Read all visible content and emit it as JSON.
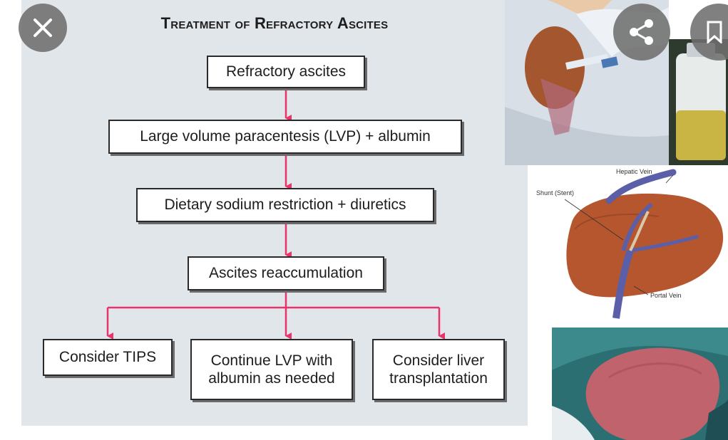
{
  "flowchart": {
    "title": "Treatment of Refractory Ascites",
    "nodes": {
      "refractory": "Refractory ascites",
      "lvp": "Large volume paracentesis (LVP) + albumin",
      "diet": "Dietary sodium restriction + diuretics",
      "reaccum": "Ascites reaccumulation",
      "tips": "Consider TIPS",
      "continue_line1": "Continue LVP with",
      "continue_line2": "albumin as needed",
      "transplant_line1": "Consider liver",
      "transplant_line2": "transplantation"
    }
  },
  "liver_diagram": {
    "hepatic_vein": "Hepatic Vein",
    "shunt": "Shunt (Stent)",
    "portal_vein": "Portal Vein"
  },
  "controls": {
    "close_icon": "close-icon",
    "share_icon": "share-icon",
    "bookmark_icon": "bookmark-icon"
  },
  "colors": {
    "arrow": "#e8336b",
    "panel": "#e1e6ea",
    "liver": "#b5562f",
    "vein": "#5b5fa8"
  }
}
